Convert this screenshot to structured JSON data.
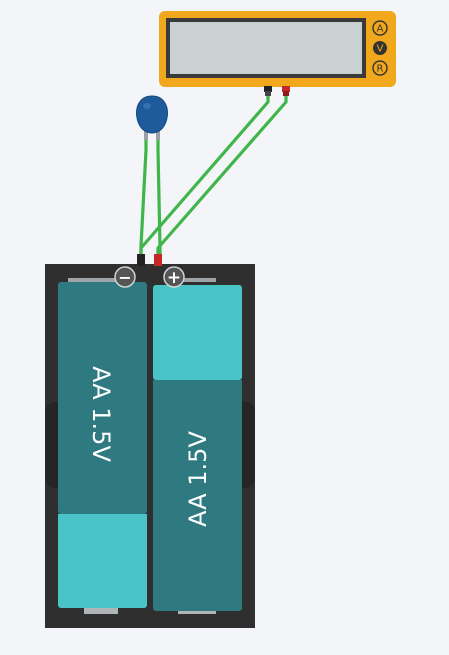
{
  "canvas": {
    "background": "#f3f5f8"
  },
  "multimeter": {
    "display_value": "",
    "modes": [
      {
        "key": "amps",
        "label": "A",
        "active": false
      },
      {
        "key": "volts",
        "label": "V",
        "active": true
      },
      {
        "key": "ohms",
        "label": "R",
        "active": false
      }
    ],
    "body_color": "#f2a81d",
    "screen_color": "#c9d1d3"
  },
  "component": {
    "type": "ceramic-capacitor",
    "color": "#1e5a9c"
  },
  "battery_holder": {
    "terminals": {
      "negative": "−",
      "positive": "+"
    },
    "cells": [
      {
        "label": "AA 1.5V",
        "orientation": "down"
      },
      {
        "label": "AA 1.5V",
        "orientation": "up"
      }
    ],
    "body_color": "#2f2f2f",
    "cell_color": "#2e7a80",
    "cap_color": "#48c4c7"
  },
  "wire_color": "#3fb54a"
}
